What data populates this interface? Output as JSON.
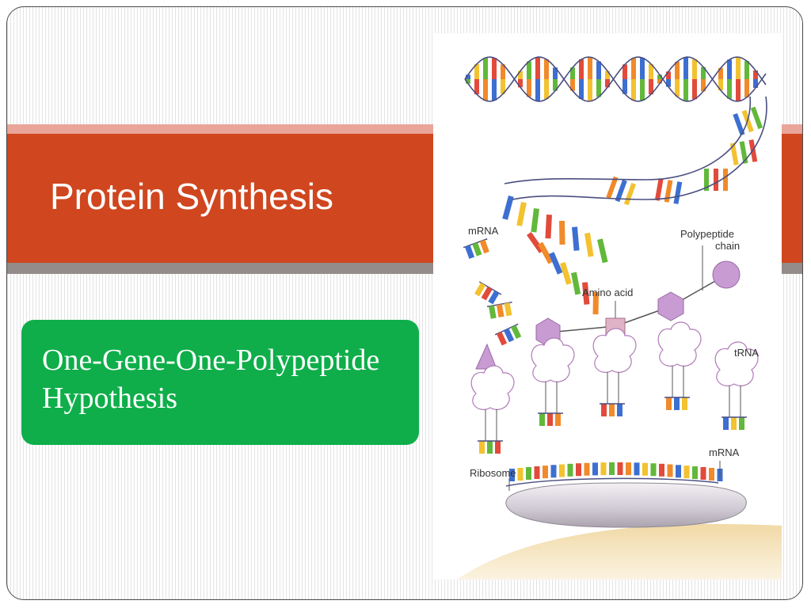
{
  "slide": {
    "title": "Protein Synthesis",
    "subtitle": "One-Gene-One-Polypeptide Hypothesis",
    "colors": {
      "header_band": "#cf461f",
      "header_top_stripe": "#e9a59a",
      "header_bottom_stripe": "#948c8a",
      "callout_box": "#0fae4a",
      "text_on_color": "#ffffff"
    }
  },
  "figure": {
    "labels": {
      "mrna_top": "mRNA",
      "polypeptide_line1": "Polypeptide",
      "polypeptide_line2": "chain",
      "amino_acid": "Amino acid",
      "trna": "tRNA",
      "ribosome": "Ribosome",
      "mrna_bottom": "mRNA"
    },
    "base_colors": [
      "#3d6fd1",
      "#f2c230",
      "#62b83a",
      "#e24a3a",
      "#f08a2a"
    ],
    "amino_acid_color": "#c89bd2"
  }
}
